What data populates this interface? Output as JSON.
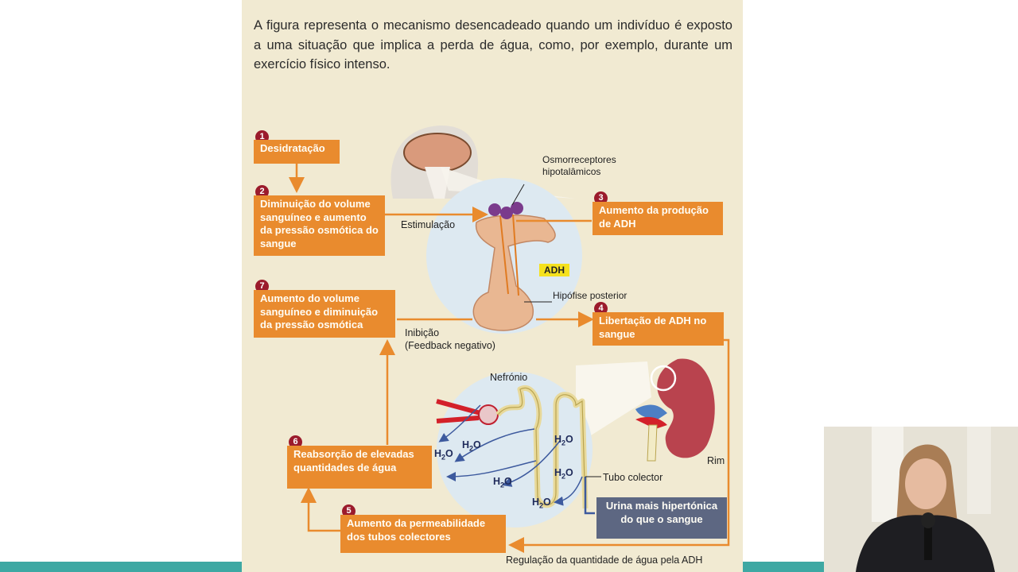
{
  "intro_text": "A figura representa o mecanismo desencadeado quando um indivíduo é exposto a uma situação que implica a perda de água, como, por exemplo, durante um exercício físico intenso.",
  "steps": [
    {
      "number": "1",
      "text": "Desidratação"
    },
    {
      "number": "2",
      "text": "Diminuição do volume sanguíneo e aumento da pressão osmótica do sangue"
    },
    {
      "number": "3",
      "text": "Aumento da produção de ADH"
    },
    {
      "number": "4",
      "text": "Libertação de ADH no sangue"
    },
    {
      "number": "5",
      "text": "Aumento da permeabilidade dos tubos colectores"
    },
    {
      "number": "6",
      "text": "Reabsorção de elevadas quantidades de água"
    },
    {
      "number": "7",
      "text": "Aumento do volume sanguíneo e diminuição da pressão osmótica"
    }
  ],
  "result_box": "Urina mais hipertónica do que o sangue",
  "labels": {
    "osmoreceptors": "Osmorreceptores hipotalâmicos",
    "stimulation": "Estimulação",
    "adh": "ADH",
    "posterior_pituitary": "Hipófise posterior",
    "inhibition": "Inibição",
    "feedback": "(Feedback negativo)",
    "nephron": "Nefrónio",
    "collecting_tube": "Tubo colector",
    "kidney": "Rim",
    "h2o_main": "H",
    "h2o_sub": "2",
    "h2o_tail": "O"
  },
  "caption": "Regulação da quantidade de água pela ADH",
  "colors": {
    "step_box": "#e98b2e",
    "step_number": "#9b1b2c",
    "result_box": "#5d6782",
    "adh_tag": "#f5e11d",
    "bottom_bar": "#3ea8a3",
    "page_background": "#f1ead2"
  }
}
